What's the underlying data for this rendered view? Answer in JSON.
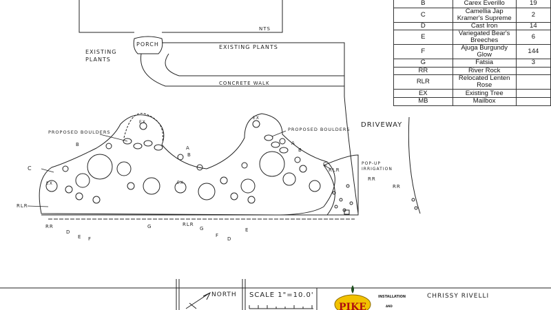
{
  "plant_legend": [
    {
      "code": "B",
      "name": "Carex Everillo",
      "qty": "19"
    },
    {
      "code": "C",
      "name": "Camellia Jap Kramer's Supreme",
      "qty": "2"
    },
    {
      "code": "D",
      "name": "Cast Iron",
      "qty": "14"
    },
    {
      "code": "E",
      "name": "Variegated Bear's Breeches",
      "qty": "6"
    },
    {
      "code": "F",
      "name": "Ajuga Burgundy Glow",
      "qty": "144"
    },
    {
      "code": "G",
      "name": "Fatsia",
      "qty": "3"
    },
    {
      "code": "RR",
      "name": "River Rock",
      "qty": ""
    },
    {
      "code": "RLR",
      "name": "Relocated Lenten Rose",
      "qty": ""
    },
    {
      "code": "EX",
      "name": "Existing Tree",
      "qty": ""
    },
    {
      "code": "MB",
      "name": "Mailbox",
      "qty": ""
    }
  ],
  "labels": {
    "porch": "PORCH",
    "existing_plants_left": "EXISTING PLANTS",
    "existing_plants_right": "EXISTING PLANTS",
    "nts": "NTS",
    "concrete_walk": "CONCRETE WALK",
    "driveway": "DRIVEWAY",
    "proposed_boulders": "PROPOSED BOULDERS",
    "popup_irrigation": "POP-UP IRRIGATION",
    "rr": "RR",
    "rlr": "RLR",
    "ex": "EX",
    "b": "B",
    "a": "A",
    "c": "C",
    "d": "D",
    "e": "E",
    "f": "F",
    "g": "G"
  },
  "title_block": {
    "north": "NORTH",
    "scale": "SCALE 1\"=10.0'",
    "logo": "PIKE",
    "installation": "INSTALLATION",
    "and": "AND",
    "client": "CHRISSY RIVELLI"
  },
  "colors": {
    "ink": "#222222",
    "logo_yellow": "#f2c200",
    "logo_red": "#b01010"
  }
}
